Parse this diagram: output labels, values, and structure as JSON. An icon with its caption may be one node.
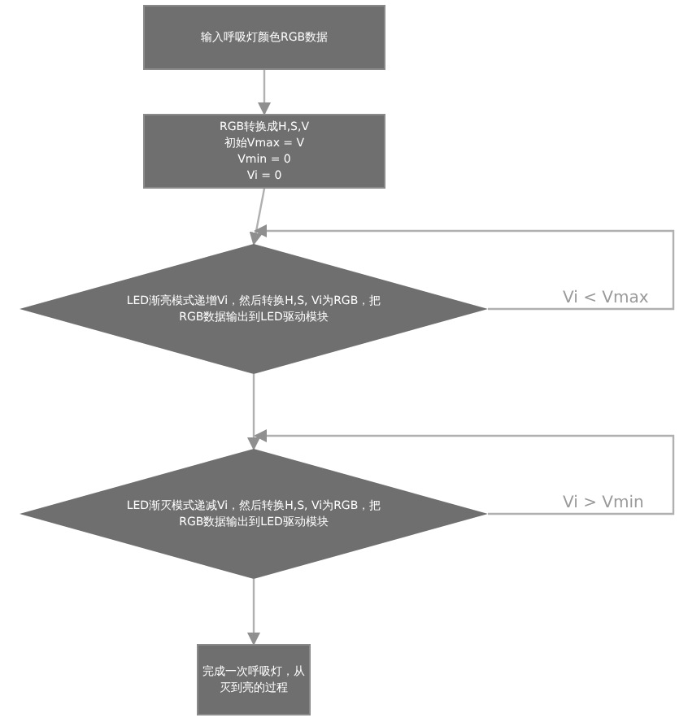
{
  "diagram": {
    "nodes": [
      {
        "text": [
          "输入呼吸灯颜色RGB数据"
        ]
      },
      {
        "text": [
          "RGB转换成H,S,V",
          "初始Vmax = V",
          "Vmin = 0",
          "Vi = 0"
        ]
      },
      {
        "text": [
          "LED渐亮模式递增Vi，然后转换H,S, Vi为RGB，把RGB数据输出到LED驱动模块"
        ]
      },
      {
        "text": [
          "LED渐灭模式递减Vi，然后转换H,S, Vi为RGB，把RGB数据输出到LED驱动模块"
        ]
      },
      {
        "text": [
          "完成一次呼吸灯，从灭到亮的过程"
        ]
      }
    ],
    "edges": [
      {
        "from": 0,
        "to": 1,
        "arrow": "to"
      },
      {
        "from": 1,
        "to": 2,
        "arrow": "to"
      },
      {
        "from": 2,
        "to": 2,
        "arrow": "to",
        "label": "Vi < Vmax"
      },
      {
        "from": 2,
        "to": 3,
        "arrow": "to"
      },
      {
        "from": 3,
        "to": 3,
        "arrow": "to",
        "label": "Vi > Vmin"
      },
      {
        "from": 3,
        "to": 4,
        "arrow": "to"
      }
    ]
  }
}
